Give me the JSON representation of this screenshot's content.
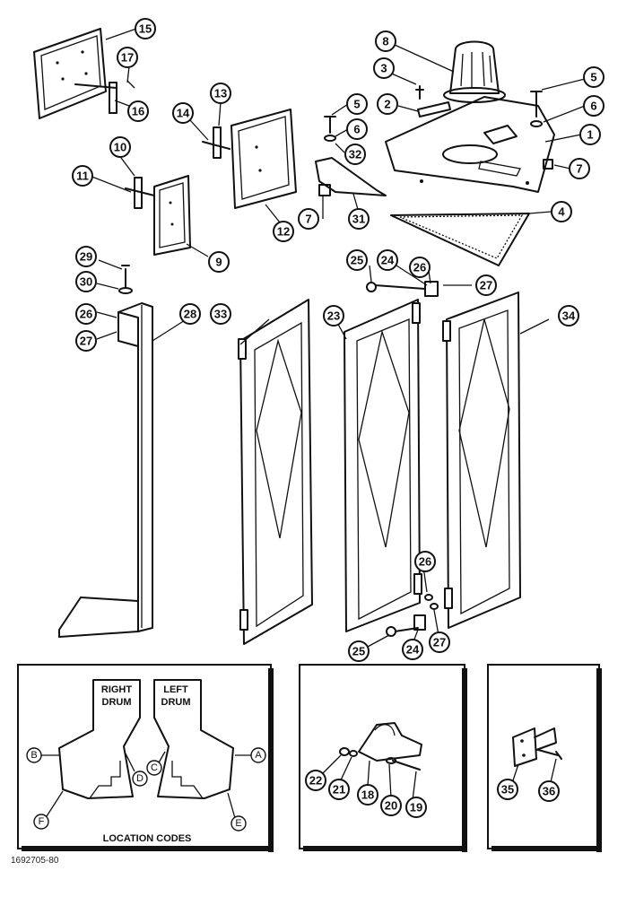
{
  "figure_id": "1692705-80",
  "callouts": {
    "c1": "1",
    "c2": "2",
    "c3": "3",
    "c4": "4",
    "c5": "5",
    "c5b": "5",
    "c6": "6",
    "c6b": "6",
    "c7": "7",
    "c7b": "7",
    "c8": "8",
    "c9": "9",
    "c10": "10",
    "c11": "11",
    "c12": "12",
    "c13": "13",
    "c14": "14",
    "c15": "15",
    "c16": "16",
    "c17": "17",
    "c18": "18",
    "c19": "19",
    "c20": "20",
    "c21": "21",
    "c22": "22",
    "c23": "23",
    "c24": "24",
    "c24b": "24",
    "c25": "25",
    "c25b": "25",
    "c26": "26",
    "c26b": "26",
    "c26c": "26",
    "c27": "27",
    "c27b": "27",
    "c27c": "27",
    "c28": "28",
    "c29": "29",
    "c30": "30",
    "c31": "31",
    "c32": "32",
    "c33": "33",
    "c34": "34",
    "c35": "35",
    "c36": "36"
  },
  "location_panel": {
    "right_drum_line1": "RIGHT",
    "right_drum_line2": "DRUM",
    "left_drum_line1": "LEFT",
    "left_drum_line2": "DRUM",
    "caption": "LOCATION CODES",
    "codes": {
      "a": "A",
      "b": "B",
      "c": "C",
      "d": "D",
      "e": "E",
      "f": "F"
    }
  }
}
